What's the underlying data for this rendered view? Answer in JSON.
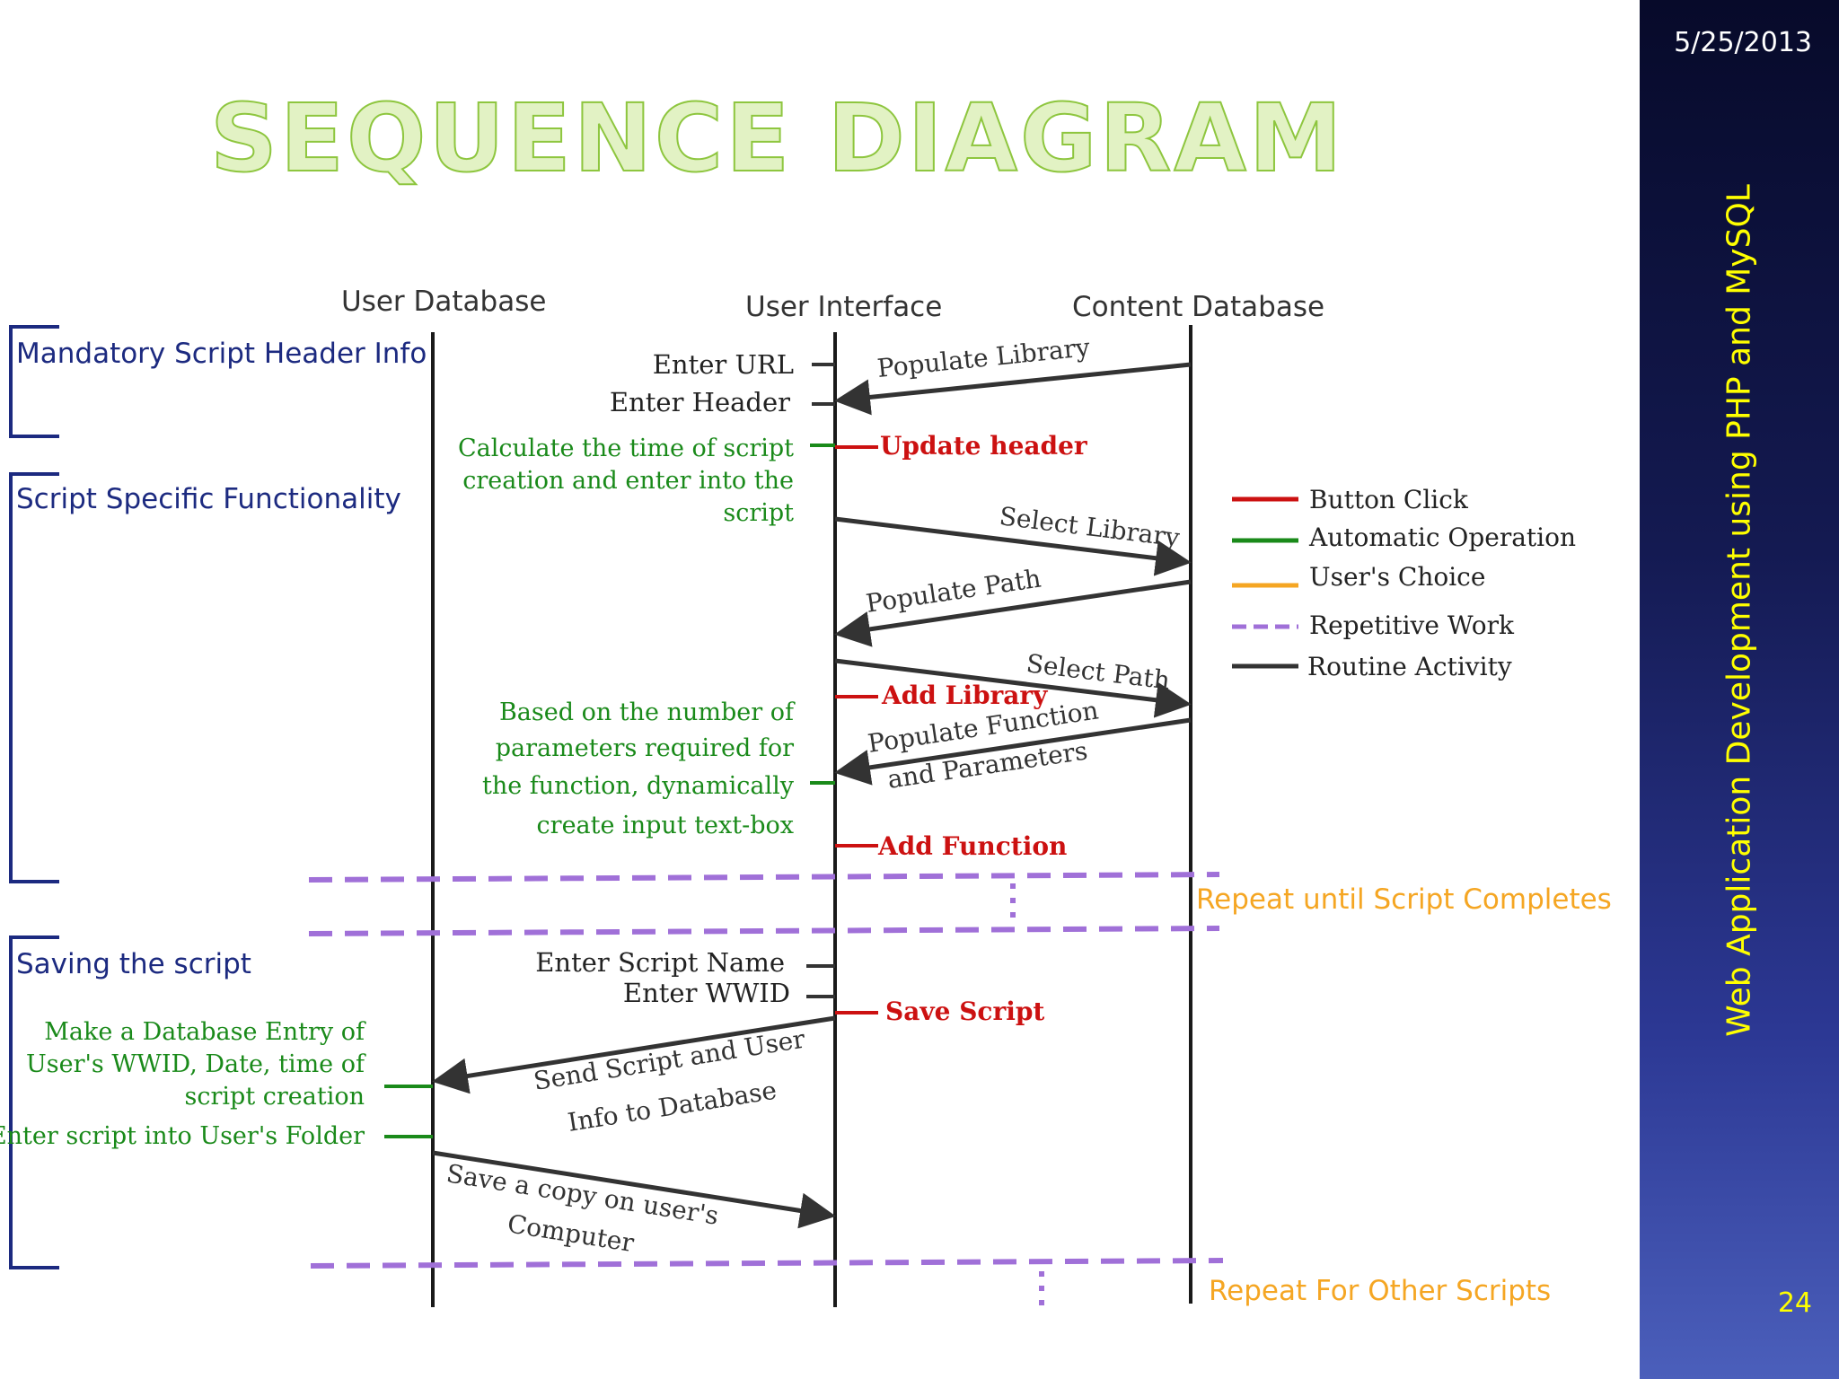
{
  "slide": {
    "title": "SEQUENCE DIAGRAM",
    "date": "5/25/2013",
    "side_title": "Web Application Development using PHP and MySQL",
    "page_number": "24"
  },
  "diagram": {
    "lifelines": {
      "user_database": "User Database",
      "user_interface": "User Interface",
      "content_database": "Content Database"
    },
    "sections": {
      "header_info": "Mandatory  Script Header Info",
      "functionality": "Script Specific Functionality",
      "saving": "Saving the script"
    },
    "inputs": {
      "enter_url": "Enter URL",
      "enter_header": "Enter Header",
      "enter_script_name": "Enter Script Name",
      "enter_wwid": "Enter WWID"
    },
    "messages": {
      "populate_library": "Populate Library",
      "select_library": "Select Library",
      "populate_path": "Populate Path",
      "select_path": "Select Path",
      "populate_function_line1": "Populate Function",
      "populate_function_line2": "and Parameters",
      "send_script_line1": "Send Script and User",
      "send_script_line2": "Info to Database",
      "save_copy_line1": "Save a copy on user's",
      "save_copy_line2": "Computer"
    },
    "buttons": {
      "update_header": "Update header",
      "add_library": "Add Library",
      "add_function": "Add Function",
      "save_script": "Save Script"
    },
    "automatic_notes": {
      "calc_time": [
        "Calculate the time of script",
        "creation and enter into the",
        "script"
      ],
      "params": [
        "Based on the number of",
        "parameters required for",
        "the function, dynamically",
        "create input text-box"
      ],
      "db_entry": [
        "Make a Database Entry of",
        "User's WWID, Date, time of",
        "script creation"
      ],
      "folder": "Enter script into User's Folder"
    },
    "repeats": {
      "until_complete": "Repeat until Script Completes",
      "other_scripts": "Repeat For Other Scripts"
    },
    "legend": {
      "button_click": "Button Click",
      "automatic_operation": "Automatic Operation",
      "users_choice": "User's Choice",
      "repetitive_work": "Repetitive Work",
      "routine_activity": "Routine Activity"
    },
    "colors": {
      "button_click": "#cc1111",
      "automatic_operation": "#1a8a1a",
      "users_choice": "#f5a623",
      "repetitive_work": "#a070d8",
      "routine_activity": "#333333",
      "section_bracket": "#1c2a80",
      "repeat_text": "#f5a623"
    }
  }
}
